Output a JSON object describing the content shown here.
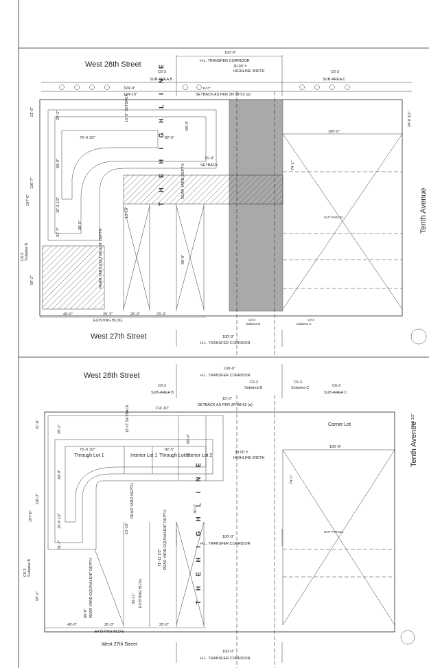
{
  "plan1": {
    "street_north": "West 28th Street",
    "street_south": "West 27th Street",
    "avenue": "Tenth Avenue",
    "transfer_corridor_top": "H.L. TRANSFER CORRIDOR",
    "transfer_corridor_bottom": "H.L. TRANSFER CORRIDOR",
    "corridor_dim_top": "100'-0\"",
    "corridor_dim_bottom": "100'-0\"",
    "highline_width": "HIGHLINE WIDTH",
    "highline_width_dim": "30.00' ±",
    "subarea_b_code": "C6-3",
    "subarea_b": "SUB-AREA B",
    "subarea_c_code": "C6-3",
    "subarea_c": "SUB-AREA C",
    "setback_note": "SETBACK AS PER ZR 98-52 (a)",
    "dim_324": "324'-9\"",
    "dim_174": "174'-10\"",
    "dim_15_top": "15'-0\"",
    "highline_label": "T H E   H I G H   L I N E",
    "dim_21_6": "21'-6\"",
    "dim_29_2": "29'-2\"",
    "dim_75": "75'-0 1/2\"",
    "dim_82": "82'-5\"",
    "dim_68": "68'-9\"",
    "setback_v": "15'-0\" SETBACK",
    "dim_60_9": "60'-9\"",
    "dim_15_0": "15'-0\"",
    "setback": "SETBACK",
    "dim_116": "116'-7\"",
    "dim_197": "197'-6\"",
    "dim_15_8": "15'-8 1/2\"",
    "dim_31_7": "31'-7\"",
    "dim_38_5": "38'-5\"",
    "dim_15_10": "15'-10\"",
    "dim_59_2": "59'-2\"",
    "rear_yard": "REAR YARD DEPTH",
    "rear_yard_equiv": "REAR YARD EQUIVALENT DEPTH",
    "dim_98": "98'-0\"",
    "dim_100": "100'-0\"",
    "dim_74": "74'-1\"",
    "dim_24": "24'-8 1/2\"",
    "out_parcel": "OUT PARCEL",
    "left_zone_code": "C6-3",
    "left_zone": "Subarea B",
    "dim_49": "49'-6\"",
    "dim_25_3": "25'-3\"",
    "dim_25_0": "25'-0\"",
    "dim_23": "23'-0\"",
    "existing_bldg": "EXISTING BLDG.",
    "sub_b_code": "C6-3",
    "sub_b": "Subarea B",
    "sub_c_code": "C6-3",
    "sub_c": "Subarea C"
  },
  "plan2": {
    "street_north": "West 28th Street",
    "street_south": "West 27th Street",
    "avenue": "Tenth Avenue",
    "transfer_corridor_top": "H.L. TRANSFER CORRIDOR",
    "transfer_corridor_mid": "H.L. TRANSFER CORRIDOR",
    "transfer_corridor_bottom": "H.L. TRANSFER CORRIDOR",
    "corridor_dim_top": "100'-0\"",
    "corridor_dim_mid": "100'-0\"",
    "corridor_dim_bottom": "100'-0\"",
    "subarea_b_code": "C6-3",
    "subarea_b": "SUB-AREA B",
    "subarea_c_code": "C6-3",
    "subarea_c": "SUB-AREA C",
    "sub_b_code": "C6-3",
    "sub_b": "Subarea B",
    "sub_c_code": "C6-3",
    "sub_c": "Subarea C",
    "setback_note": "SETBACK AS PER ZR 98-52 (a)",
    "dim_15": "15'-0\"",
    "dim_174": "174'-10\"",
    "dim_21_6": "21'-6\"",
    "dim_29_2": "29'-2\"",
    "setback_v": "15'-0\" SETBACK",
    "dim_75": "75'-0 1/2\"",
    "dim_82": "82'-5\"",
    "dim_68": "68'-9\"",
    "through_lot": "Through Lot 1",
    "interior_lot1": "Interior Lot 1",
    "through_lot2": "Through Lot 2",
    "interior_lot2": "Interior Lot 2",
    "highline_width_dim": "30.00' ±",
    "highline_width": "HIGHLINE WIDTH",
    "corner_lot": "Corner Lot",
    "dim_100": "100'-0\"",
    "dim_24": "24'-8 1/2\"",
    "dim_74": "74'-1\"",
    "dim_60_9": "60'-9\"",
    "dim_116": "116'-7\"",
    "dim_197": "197'-6\"",
    "dim_15_8": "15'-8 1/2\"",
    "dim_31_7": "31'-7\"",
    "dim_59_2": "59'-2\"",
    "dim_15_10": "15'-10\"",
    "rear_yard": "REAR YARD DEPTH",
    "dim_30": "30'-0\"",
    "dim_71": "71'-11 1/2\"",
    "rear_yard_equiv": "REAR YARD EQUIVALENT DEPTH",
    "dim_60_0": "60'-0\"",
    "dim_30_11": "30'-11\"",
    "existing_bldg_v": "EXISTING BLDG.",
    "out_parcel": "OUT PARCEL",
    "highline_label": "T H E   H I G H   L I N E",
    "left_zone_code": "C6-3",
    "left_zone": "Subarea B",
    "dim_49": "49'-6\"",
    "dim_25_3": "25'-3\"",
    "dim_25_0": "25'-0\"",
    "existing_bldg": "EXISTING BLDG."
  }
}
